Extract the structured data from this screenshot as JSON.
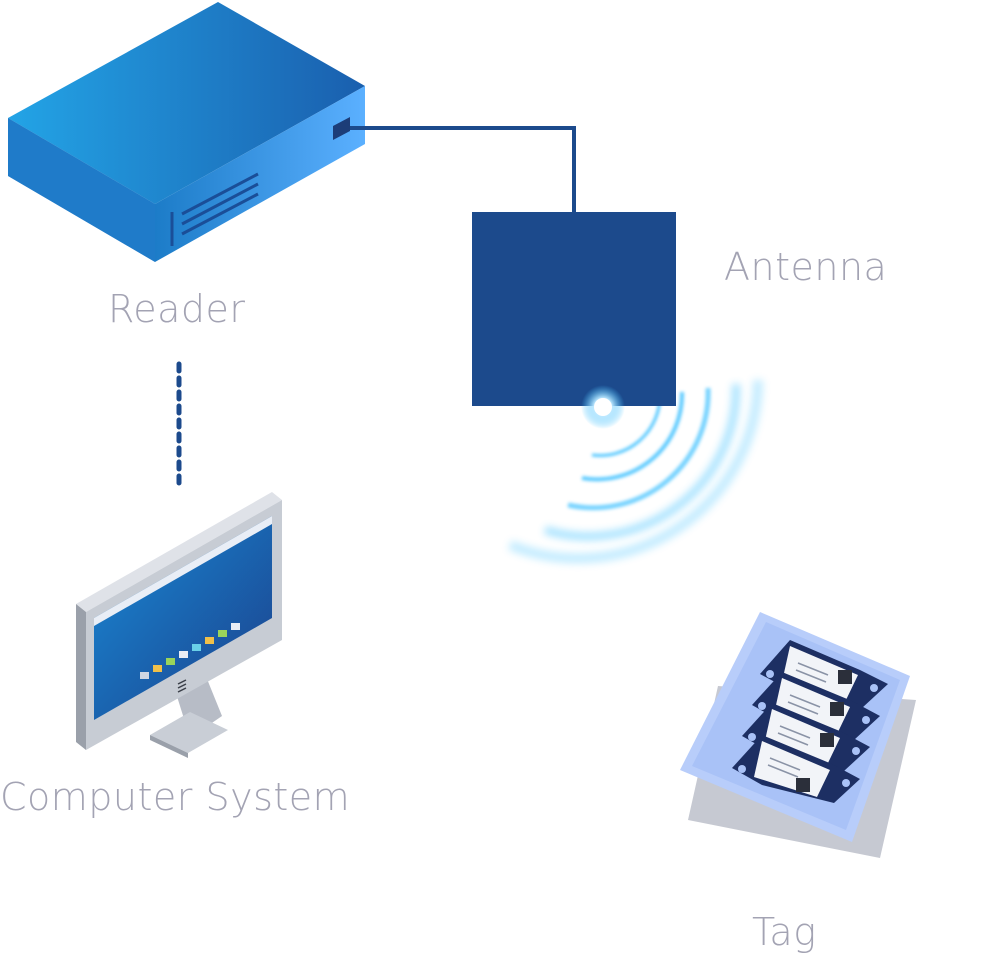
{
  "labels": {
    "reader": "Reader",
    "antenna": "Antenna",
    "computer": "Computer System",
    "tag": "Tag"
  },
  "colors": {
    "label": "#a3a3b3",
    "antenna": "#1c4a8c",
    "connector": "#1c4a8c",
    "reader_top": "#1b8fd4",
    "wave": "#3fc1ff"
  },
  "icons": {
    "reader": "server-box-icon",
    "antenna": "antenna-panel-icon",
    "computer": "desktop-monitor-icon",
    "tag": "rfid-tag-sheet-icon",
    "signal": "radio-wave-icon"
  }
}
